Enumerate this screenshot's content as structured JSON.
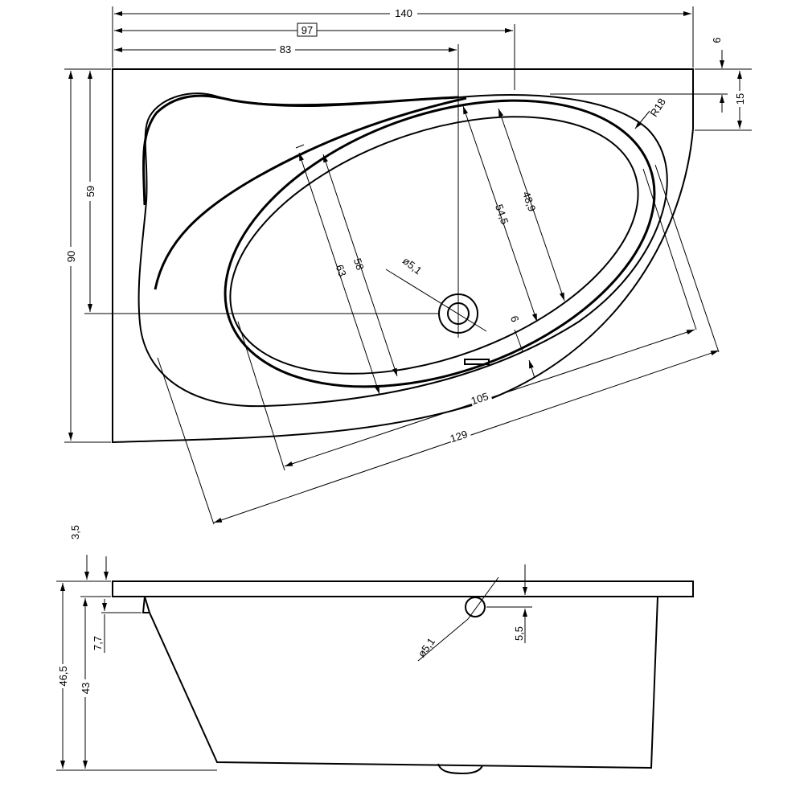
{
  "top_view": {
    "overall_width": "140",
    "inner_width_boxed": "97",
    "drain_offset": "83",
    "overall_depth": "90",
    "drain_depth": "59",
    "rim_top": "6",
    "rim_corner": "15",
    "corner_radius": "R18",
    "basin_width": "58",
    "basin_outer_width": "63",
    "basin_inner_depth": "54,5",
    "basin_depth": "48,9",
    "drain_diameter": "ø5,1",
    "wall_gap": "6",
    "inner_length": "105",
    "outer_length": "129"
  },
  "side_view": {
    "rim_thickness": "3,5",
    "overall_height": "46,5",
    "inner_height": "43",
    "step_height": "7,7",
    "overflow_height": "5,5",
    "overflow_diameter": "ø5,1"
  }
}
